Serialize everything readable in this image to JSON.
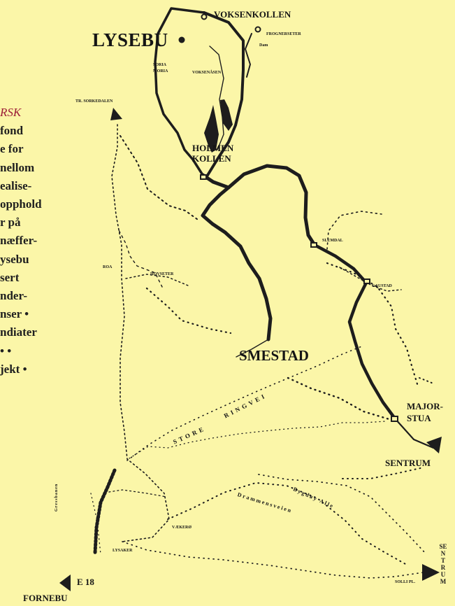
{
  "text": {
    "lines": [
      "RSK",
      "fond",
      "e for",
      "nellom",
      "ealise-",
      "opphold",
      "r på",
      "næffer-",
      "ysebu",
      "sert",
      "nder-",
      "nser •",
      "ndiater",
      "• •",
      "jekt •"
    ]
  },
  "map": {
    "places": {
      "voksenkollen": "VOKSENKOLLEN",
      "lysebu": "LYSEBU",
      "frognerseter": "FROGNERSETER",
      "holmenkollen_line1": "HOLMEN",
      "holmenkollen_line2": "KOLLEN",
      "smestad": "SMESTAD",
      "slemdal": "SLEMDAL",
      "gaustad": "GAUSTAD",
      "majorstua_line1": "MAJOR-",
      "majorstua_line2": "STUA",
      "sentrum": "SENTRUM",
      "sentrum_vertical": "SENTRUM",
      "e18": "E 18",
      "fornebu": "FORNEBU",
      "lysaker": "LYSAKER",
      "vaekero": "VÆKERØ",
      "solli_plass": "SOLLI PL.",
      "bogstad_road": "TR. SORKEDALEN",
      "sorja_line1": "SORIA",
      "sorja_line2": "MORIA",
      "voksenasen": "VOKSENÅSEN",
      "roa": "ROA",
      "hovseter": "HOVSETER",
      "dam": "Dam"
    },
    "roads": {
      "store_ringvei_1": "STORE",
      "store_ringvei_2": "RINGVEI",
      "drammensveien": "Drammensveien",
      "bygdoy_alle": "Bygdøy Alle",
      "gressbanen": "Gressbanen"
    }
  }
}
